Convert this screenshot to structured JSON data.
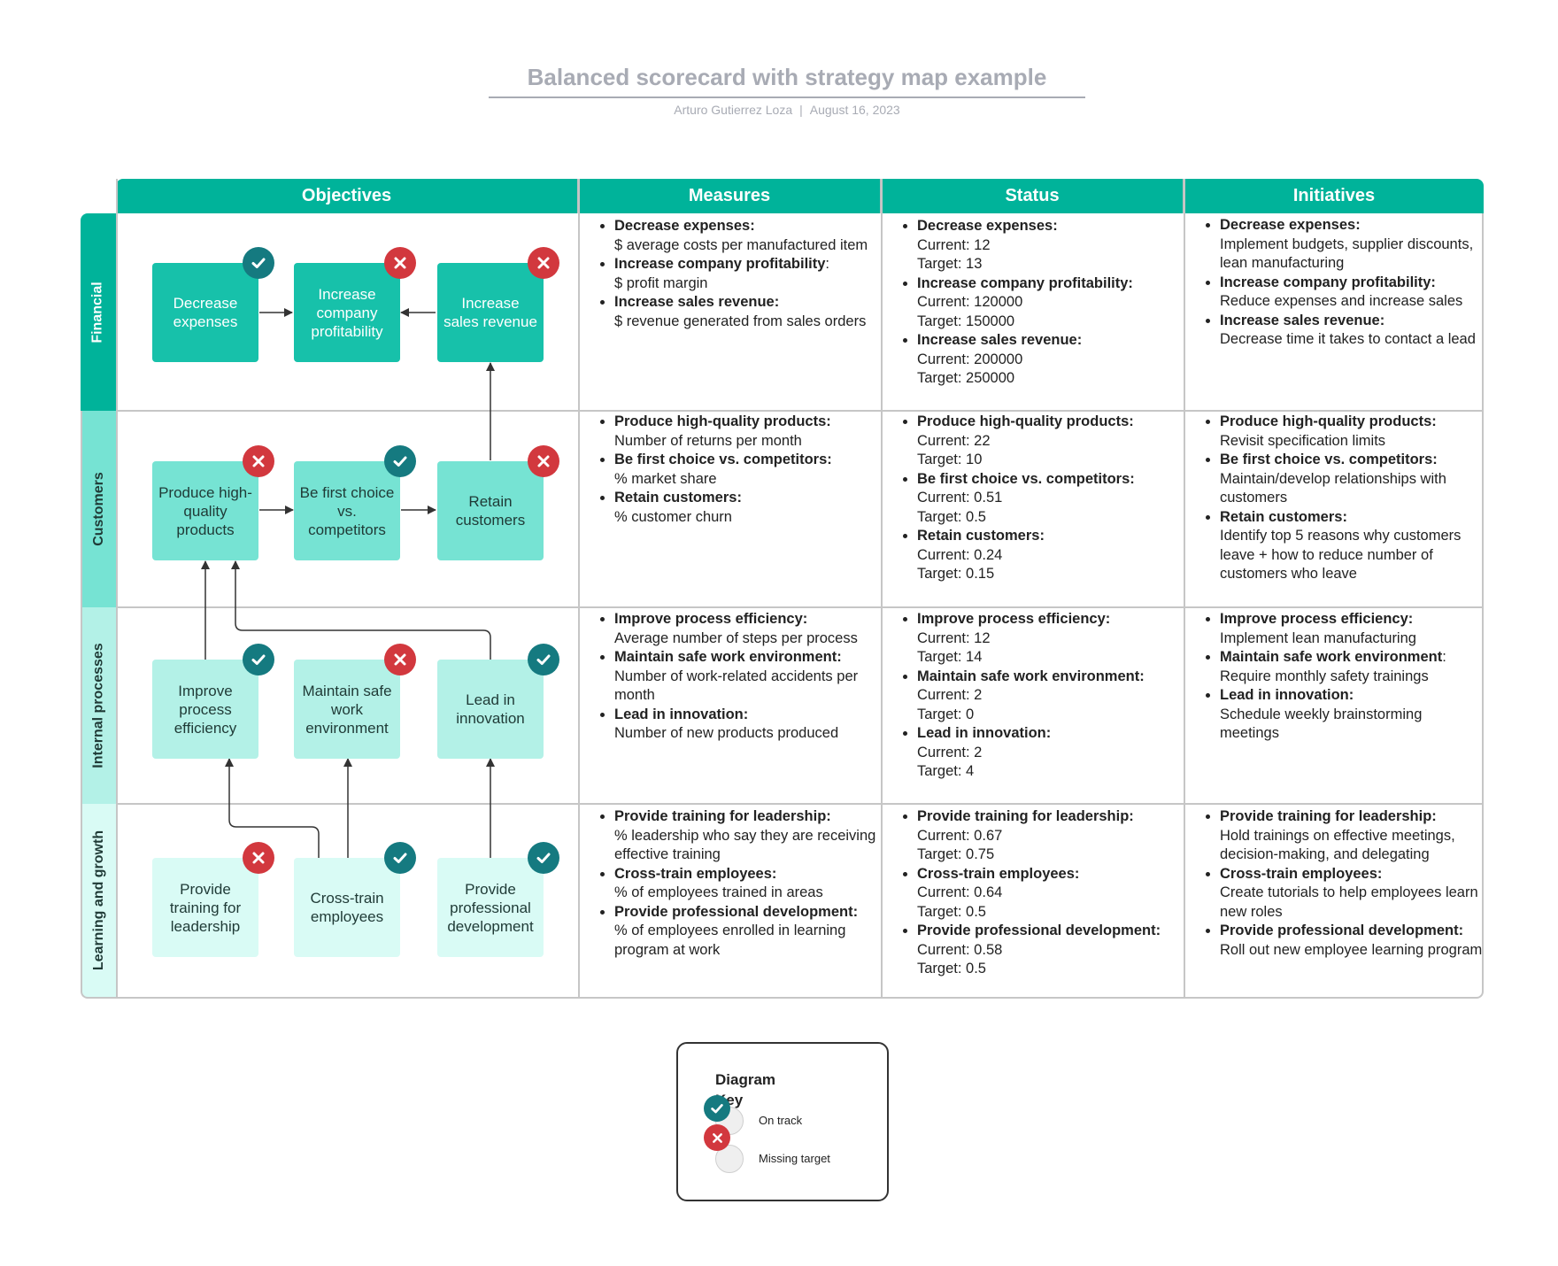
{
  "title": "Balanced scorecard with strategy map example",
  "author": "Arturo Gutierrez Loza",
  "date": "August 16, 2023",
  "columns": [
    "Objectives",
    "Measures",
    "Status",
    "Initiatives"
  ],
  "perspectives": [
    "Financial",
    "Customers",
    "Internal processes",
    "Learning and growth"
  ],
  "objectives": {
    "financial": [
      {
        "label": "Decrease expenses",
        "status": "on-track"
      },
      {
        "label": "Increase company profitability",
        "status": "missing-target"
      },
      {
        "label": "Increase sales revenue",
        "status": "missing-target"
      }
    ],
    "customers": [
      {
        "label": "Produce high-quality products",
        "status": "missing-target"
      },
      {
        "label": "Be first choice vs. competitors",
        "status": "on-track"
      },
      {
        "label": "Retain customers",
        "status": "missing-target"
      }
    ],
    "internal": [
      {
        "label": "Improve process efficiency",
        "status": "on-track"
      },
      {
        "label": "Maintain safe work environment",
        "status": "missing-target"
      },
      {
        "label": "Lead in innovation",
        "status": "on-track"
      }
    ],
    "learning": [
      {
        "label": "Provide training for leadership",
        "status": "missing-target"
      },
      {
        "label": "Cross-train employees",
        "status": "on-track"
      },
      {
        "label": "Provide professional development",
        "status": "on-track"
      }
    ]
  },
  "measures": {
    "financial": [
      {
        "head": "Decrease expenses:",
        "text": "$ average costs per manufactured item"
      },
      {
        "head": "Increase company profitability",
        "tail": ":",
        "text": "$ profit margin"
      },
      {
        "head": "Increase sales revenue:",
        "text": "$ revenue generated from sales orders"
      }
    ],
    "customers": [
      {
        "head": "Produce high-quality products:",
        "text": "Number of returns per month"
      },
      {
        "head": "Be first choice vs. competitors:",
        "text": "% market share"
      },
      {
        "head": "Retain customers:",
        "text": "% customer churn"
      }
    ],
    "internal": [
      {
        "head": "Improve process efficiency:",
        "text": "Average number of steps per process"
      },
      {
        "head": "Maintain safe work environment:",
        "text": "Number of work-related accidents per month"
      },
      {
        "head": "Lead in innovation:",
        "text": "Number of new products produced"
      }
    ],
    "learning": [
      {
        "head": "Provide training for leadership:",
        "text": "% leadership who say they are receiving effective training"
      },
      {
        "head": "Cross-train employees:",
        "text": "% of employees trained in areas"
      },
      {
        "head": "Provide professional development:",
        "text": "% of employees enrolled in learning program at work"
      }
    ]
  },
  "status": {
    "financial": [
      {
        "head": "Decrease expenses:",
        "current": "Current: 12",
        "target": "Target: 13"
      },
      {
        "head": "Increase company profitability:",
        "current": "Current: 120000",
        "target": "Target: 150000"
      },
      {
        "head": "Increase sales revenue:",
        "current": "Current: 200000",
        "target": "Target: 250000"
      }
    ],
    "customers": [
      {
        "head": "Produce high-quality products:",
        "current": "Current: 22",
        "target": "Target: 10"
      },
      {
        "head": "Be first choice vs. competitors:",
        "current": "Current: 0.51",
        "target": "Target: 0.5"
      },
      {
        "head": "Retain customers:",
        "current": "Current: 0.24",
        "target": "Target: 0.15"
      }
    ],
    "internal": [
      {
        "head": "Improve process efficiency:",
        "current": "Current: 12",
        "target": "Target: 14"
      },
      {
        "head": "Maintain safe work environment:",
        "current": "Current: 2",
        "target": "Target: 0"
      },
      {
        "head": "Lead in innovation:",
        "current": "Current: 2",
        "target": "Target: 4"
      }
    ],
    "learning": [
      {
        "head": "Provide training for leadership:",
        "current": "Current: 0.67",
        "target": "Target: 0.75"
      },
      {
        "head": "Cross-train employees:",
        "current": "Current: 0.64",
        "target": "Target: 0.5"
      },
      {
        "head": "Provide professional development:",
        "current": "Current: 0.58",
        "target": "Target: 0.5"
      }
    ]
  },
  "initiatives": {
    "financial": [
      {
        "head": "Decrease expenses:",
        "text": "Implement budgets, supplier discounts, lean manufacturing"
      },
      {
        "head": "Increase company profitability:",
        "text": "Reduce expenses and increase sales"
      },
      {
        "head": "Increase sales revenue:",
        "text": "Decrease time it takes to contact a lead"
      }
    ],
    "customers": [
      {
        "head": "Produce high-quality products:",
        "text": "Revisit specification limits"
      },
      {
        "head": "Be first choice vs. competitors:",
        "text": "Maintain/develop relationships with customers"
      },
      {
        "head": "Retain customers:",
        "text": "Identify top 5 reasons why customers leave + how to reduce number of customers who leave"
      }
    ],
    "internal": [
      {
        "head": "Improve process efficiency:",
        "text": "Implement lean manufacturing"
      },
      {
        "head": "Maintain safe work environment",
        "tail": ":",
        "text": "Require monthly safety trainings"
      },
      {
        "head": "Lead in innovation:",
        "text": "Schedule weekly brainstorming meetings"
      }
    ],
    "learning": [
      {
        "head": "Provide training for leadership:",
        "text": "Hold trainings on effective meetings, decision-making, and delegating"
      },
      {
        "head": "Cross-train employees:",
        "text": "Create tutorials to help employees learn new roles"
      },
      {
        "head": "Provide professional development:",
        "text": "Roll out new employee learning program"
      }
    ]
  },
  "key": {
    "title": "Diagram Key",
    "on_track": "On track",
    "missing_target": "Missing target"
  },
  "colors": {
    "header": "#00b39a",
    "financial": "#17c1aa",
    "customers": "#76e3d3",
    "internal": "#b3f1e7",
    "learning": "#d9fbf5",
    "on_track": "#157a80",
    "missing_target": "#d2383e"
  },
  "icons": {
    "on_track": "check-icon",
    "missing_target": "x-icon"
  }
}
